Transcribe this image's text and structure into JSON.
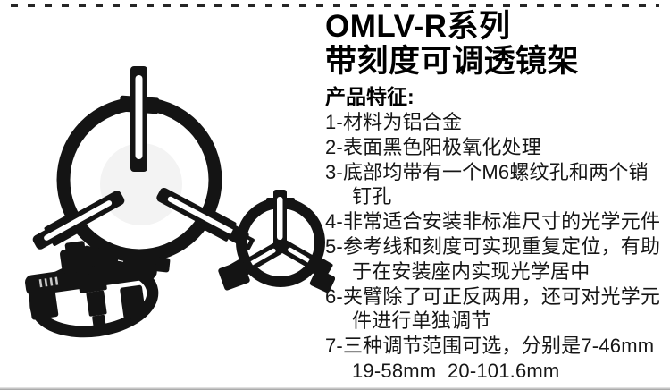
{
  "page": {
    "title_line1": "OMLV-R系列",
    "title_line2": "带刻度可调透镜架",
    "features_heading": "产品特征:",
    "features": [
      [
        "1-材料为铝合金"
      ],
      [
        "2-表面黑色阳极氧化处理"
      ],
      [
        "3-底部均带有一个M6螺纹孔和两个销",
        "钉孔"
      ],
      [
        "4-非常适合安装非标准尺寸的光学元件"
      ],
      [
        "5-参考线和刻度可实现重复定位，有助",
        "于在安装座内实现光学居中"
      ],
      [
        "6-夹臂除了可正反两用，还可对光学元",
        "件进行单独调节"
      ],
      [
        "7-三种调节范围可选，分别是7-46mm",
        "19-58mm  20-101.6mm"
      ]
    ]
  },
  "photo": {
    "description": "三个黑色可调透镜架产品照片（大号圆环、小号圆环、斜放带刻度底座）"
  },
  "colors": {
    "text": "#161616",
    "product_black": "#141414",
    "top_dash": "#262626",
    "bottom_rule": "#9e9e9e",
    "lens_tint": "#f3f3f3"
  }
}
